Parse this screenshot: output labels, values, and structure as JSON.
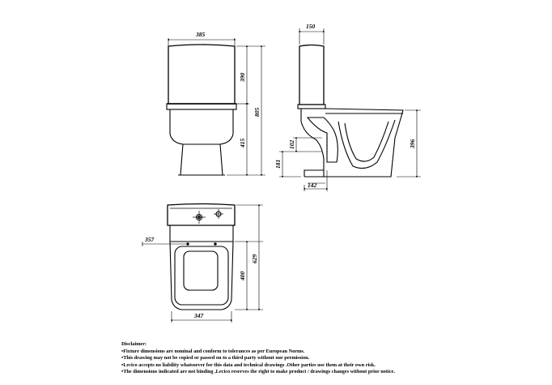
{
  "dimensions": {
    "front_width": "385",
    "cistern_height": "390",
    "total_height": "805",
    "pan_height": "415",
    "side_cistern_depth": "150",
    "rim_height": "396",
    "outlet_height": "102",
    "outlet_center": "181",
    "outlet_offset": "142",
    "plan_fixing": "357",
    "plan_depth": "629",
    "plan_bowl": "400",
    "plan_width": "347"
  },
  "disclaimer": {
    "title": "Disclaimer:",
    "lines": [
      "•Fixture dimensions are nominal and conform to tolerances as per European Norms.",
      "•This drawing may not be copied or passed on to a third party without our permission.",
      "•Lecico accepts no liability whatsoever for this data and technical drawings .Other parties use them at their own risk.",
      "•The dimensions indicated are not binding ,Lecico reserves the right to make product / drawings changes without prior notice."
    ]
  }
}
